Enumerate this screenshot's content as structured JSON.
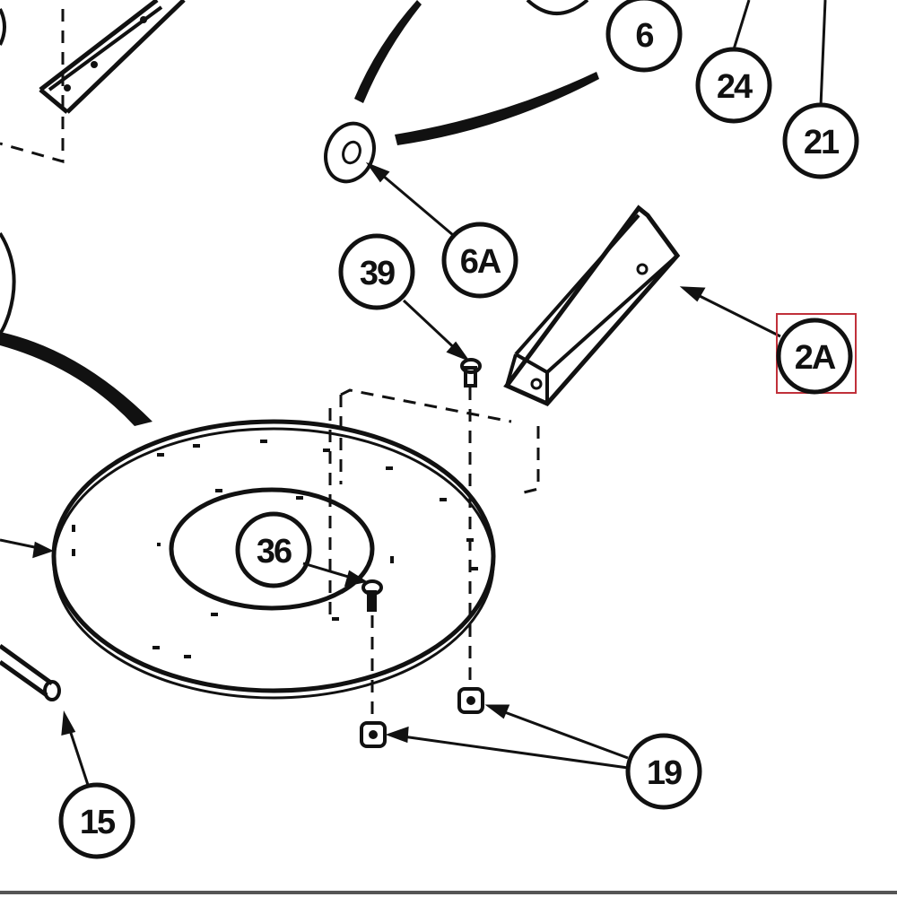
{
  "diagram": {
    "callouts": [
      {
        "id": "c6",
        "label": "6"
      },
      {
        "id": "c24",
        "label": "24"
      },
      {
        "id": "c21",
        "label": "21"
      },
      {
        "id": "c6a",
        "label": "6A"
      },
      {
        "id": "c39",
        "label": "39"
      },
      {
        "id": "c2a",
        "label": "2A",
        "highlighted": true
      },
      {
        "id": "c36",
        "label": "36"
      },
      {
        "id": "c19",
        "label": "19"
      },
      {
        "id": "c15",
        "label": "15"
      }
    ],
    "colors": {
      "ink": "#111111",
      "highlight_box": "#c0303a",
      "background": "#ffffff"
    }
  }
}
